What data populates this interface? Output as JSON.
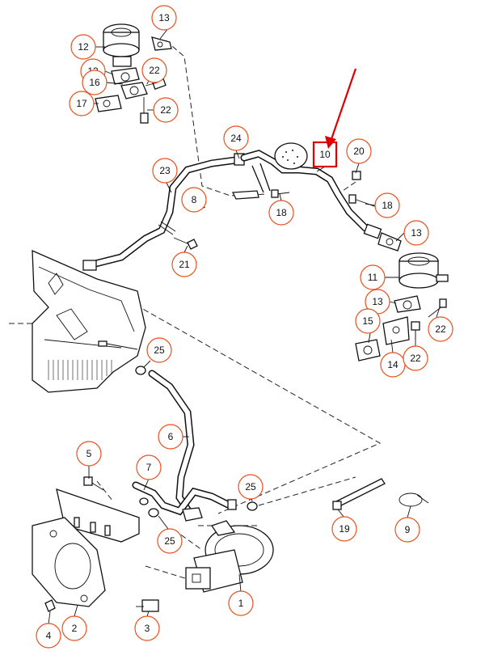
{
  "accent_color": "#e8501e",
  "highlight_color": "#e00000",
  "callouts": [
    {
      "label": "13"
    },
    {
      "label": "12"
    },
    {
      "label": "13"
    },
    {
      "label": "16"
    },
    {
      "label": "22"
    },
    {
      "label": "17"
    },
    {
      "label": "22"
    },
    {
      "label": "24"
    },
    {
      "label": "10"
    },
    {
      "label": "20"
    },
    {
      "label": "23"
    },
    {
      "label": "8"
    },
    {
      "label": "18"
    },
    {
      "label": "18"
    },
    {
      "label": "13"
    },
    {
      "label": "21"
    },
    {
      "label": "11"
    },
    {
      "label": "13"
    },
    {
      "label": "15"
    },
    {
      "label": "22"
    },
    {
      "label": "14"
    },
    {
      "label": "22"
    },
    {
      "label": "25"
    },
    {
      "label": "6"
    },
    {
      "label": "5"
    },
    {
      "label": "7"
    },
    {
      "label": "25"
    },
    {
      "label": "19"
    },
    {
      "label": "9"
    },
    {
      "label": "25"
    },
    {
      "label": "1"
    },
    {
      "label": "3"
    },
    {
      "label": "2"
    },
    {
      "label": "4"
    }
  ],
  "highlighted_callout": "10",
  "icons": [
    "red-arrow-icon"
  ]
}
